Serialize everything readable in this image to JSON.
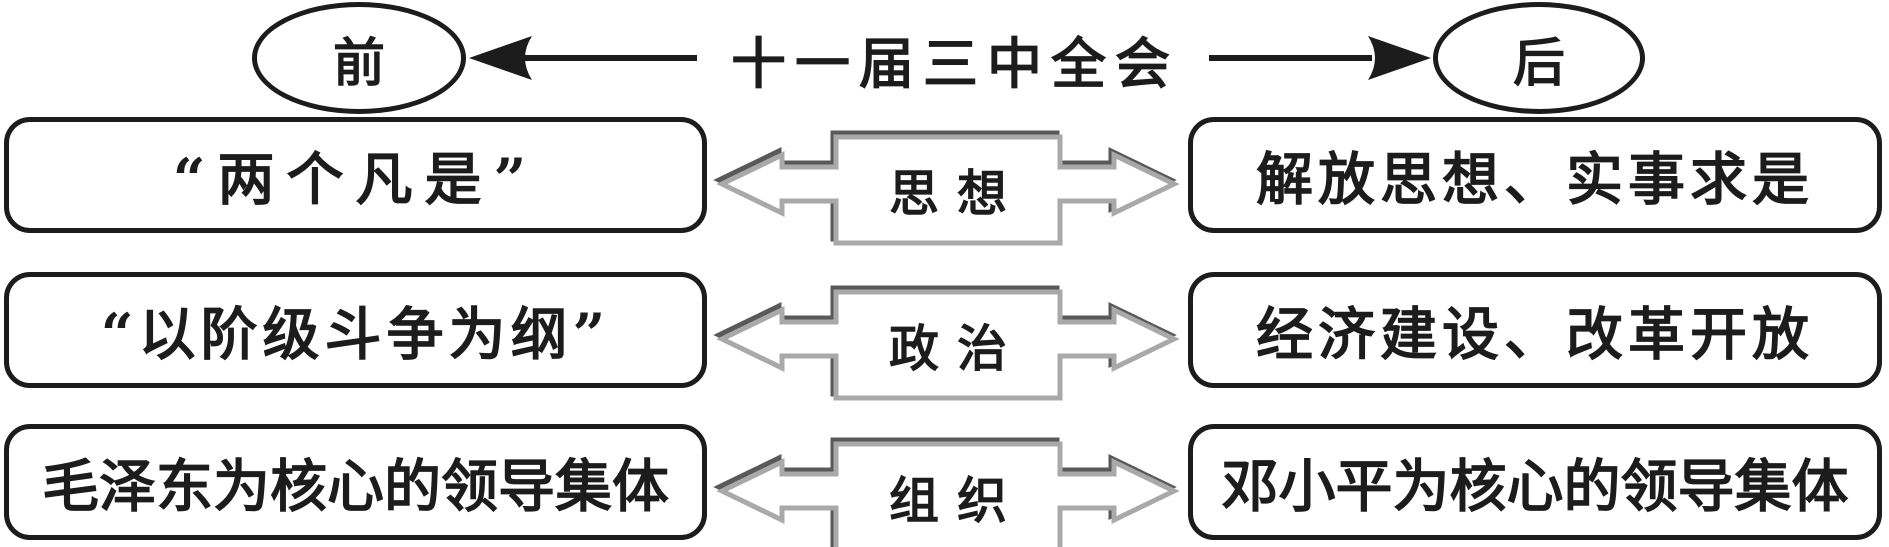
{
  "colors": {
    "ink": "#1c1c1c",
    "callout_outline": "#a9a9a9",
    "callout_shadow": "#595959"
  },
  "header": {
    "before_label": "前",
    "title": "十一届三中全会",
    "after_label": "后"
  },
  "rows": [
    {
      "aspect": "思想",
      "before": "“两个凡是”",
      "after": "解放思想、实事求是"
    },
    {
      "aspect": "政治",
      "before": "“以阶级斗争为纲”",
      "after": "经济建设、改革开放"
    },
    {
      "aspect": "组织",
      "before": "毛泽东为核心的领导集体",
      "after": "邓小平为核心的领导集体"
    }
  ]
}
